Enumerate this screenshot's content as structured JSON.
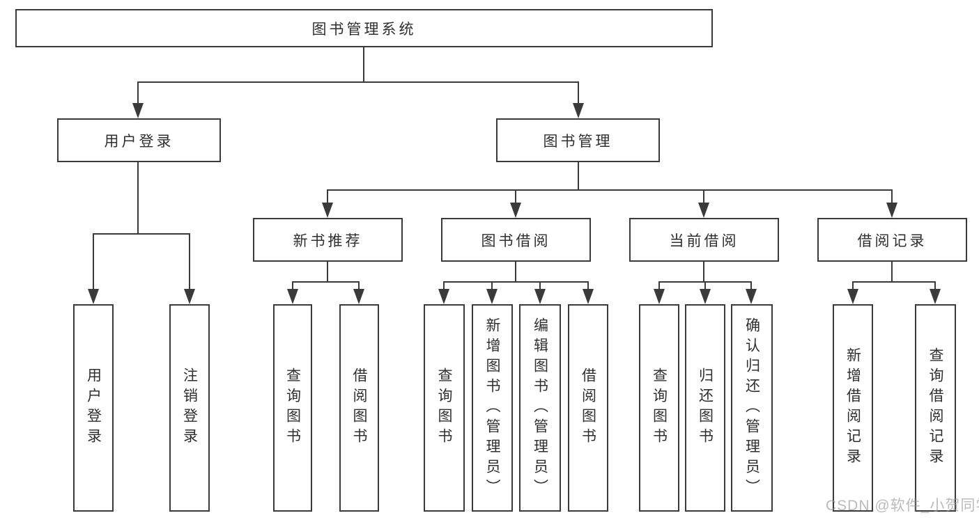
{
  "tree": {
    "root": {
      "label": "图书管理系统"
    },
    "branches": [
      {
        "label": "用户登录",
        "children": [
          {
            "label": "用户登录"
          },
          {
            "label": "注销登录"
          }
        ]
      },
      {
        "label": "图书管理",
        "children": [
          {
            "label": "新书推荐",
            "children": [
              {
                "label": "查询图书"
              },
              {
                "label": "借阅图书"
              }
            ]
          },
          {
            "label": "图书借阅",
            "children": [
              {
                "label": "查询图书"
              },
              {
                "label": "新增图书（管理员）"
              },
              {
                "label": "编辑图书（管理员）"
              },
              {
                "label": "借阅图书"
              }
            ]
          },
          {
            "label": "当前借阅",
            "children": [
              {
                "label": "查询图书"
              },
              {
                "label": "归还图书"
              },
              {
                "label": "确认归还（管理员）"
              }
            ]
          },
          {
            "label": "借阅记录",
            "children": [
              {
                "label": "新增借阅记录"
              },
              {
                "label": "查询借阅记录"
              }
            ]
          }
        ]
      }
    ]
  },
  "watermark": {
    "text": "CSDN @软件_小贺同学"
  },
  "colors": {
    "border": "#3a3a3a",
    "line": "#3a3a3a",
    "text": "#2f2f2f",
    "watermark": "#969696",
    "background": "#ffffff"
  }
}
